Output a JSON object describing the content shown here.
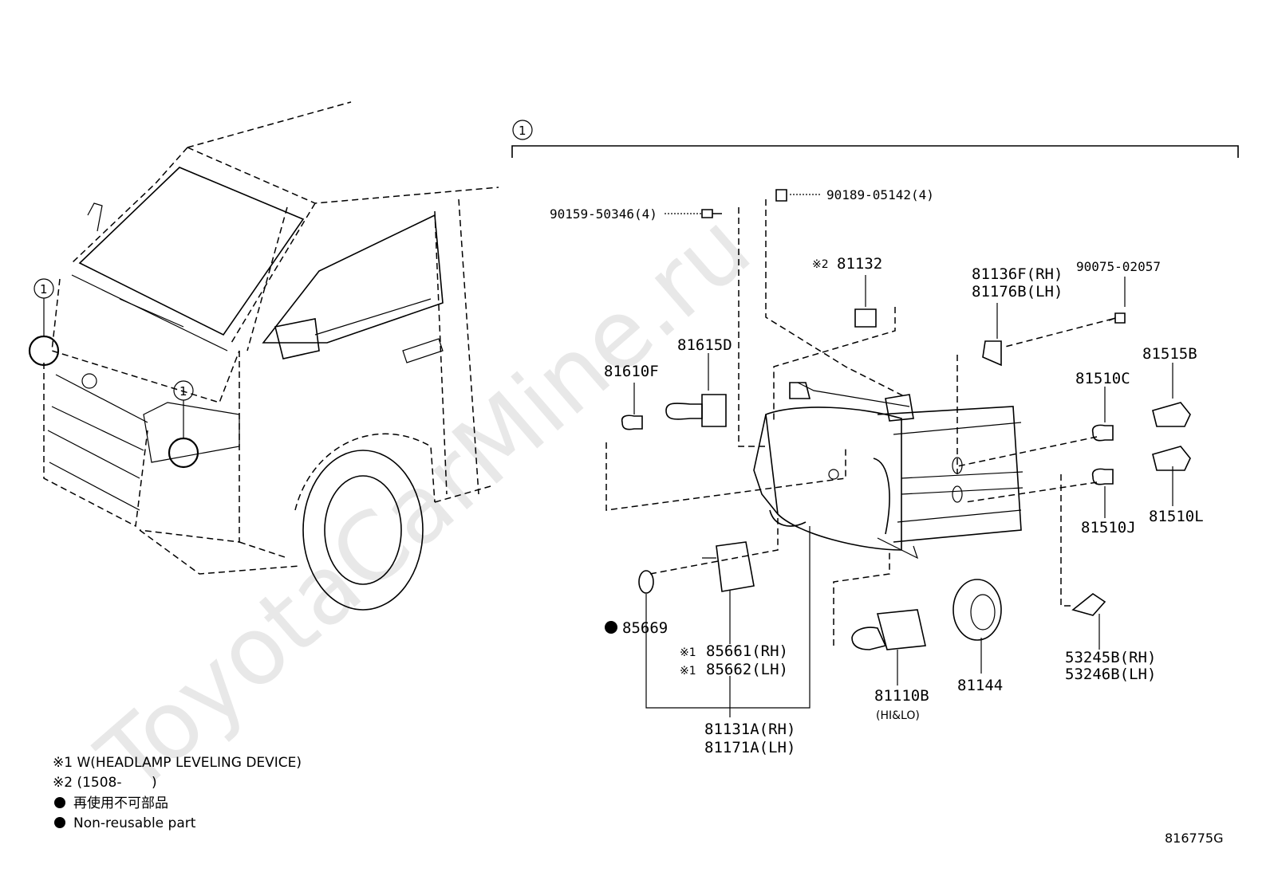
{
  "watermark": "ToyotaCarMine.ru",
  "callout": "1",
  "diagram_code": "816775G",
  "parts": {
    "screw_left": "90159-50346(4)",
    "screw_top": "90189-05142(4)",
    "note2_mark": "※2",
    "p81132": "81132",
    "p81136F": "81136F(RH)",
    "p81176B": "81176B(LH)",
    "p90075": "90075-02057",
    "p81615D": "81615D",
    "p81610F": "81610F",
    "p81515B": "81515B",
    "p81510C": "81510C",
    "p81510J": "81510J",
    "p81510L": "81510L",
    "p85669": "85669",
    "note1_mark_a": "※1",
    "p85661": "85661(RH)",
    "note1_mark_b": "※1",
    "p85662": "85662(LH)",
    "p81131A": "81131A(RH)",
    "p81171A": "81171A(LH)",
    "p81110B": "81110B",
    "p81110B_sub": "(HI&LO)",
    "p81144": "81144",
    "p53245B": "53245B(RH)",
    "p53246B": "53246B(LH)"
  },
  "legend": {
    "line1": "※1 W(HEADLAMP LEVELING DEVICE)",
    "line2_a": "※2 (1508-",
    "line2_b": ")",
    "line3": "再使用不可部品",
    "line4": "Non-reusable part"
  }
}
